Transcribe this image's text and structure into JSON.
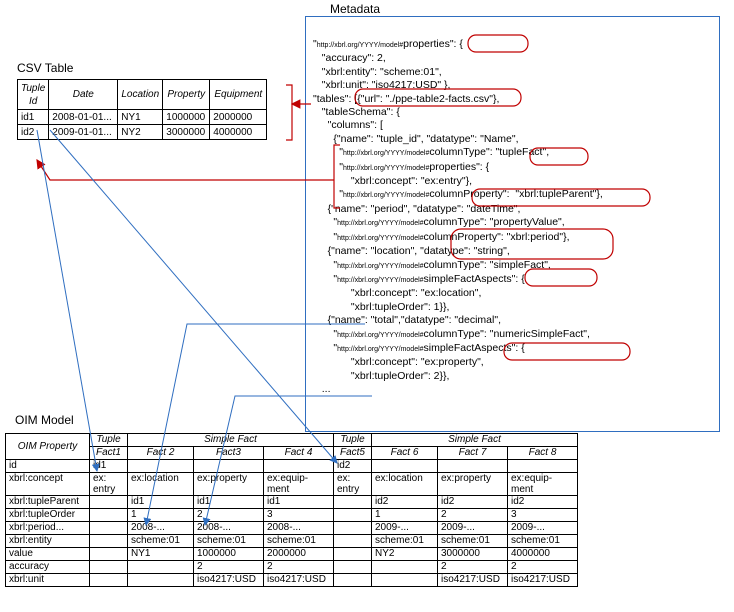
{
  "csv": {
    "title": "CSV Table",
    "headers": [
      "Tuple Id",
      "Date",
      "Location",
      "Property",
      "Equipment"
    ],
    "rows": [
      [
        "id1",
        "2008-01-01...",
        "NY1",
        "1000000",
        "2000000"
      ],
      [
        "id2",
        "2009-01-01...",
        "NY2",
        "3000000",
        "4000000"
      ]
    ]
  },
  "metadata": {
    "title": "Metadata",
    "lines": [
      "\"http://xbrl.org/YYYY/model#properties\": {",
      "   \"accuracy\": 2,",
      "   \"xbrl:entity\": \"scheme:01\",",
      "   \"xbrl:unit\": \"iso4217:USD\" },",
      "\"tables\": [{\"url\": \"./ppe-table2-facts.csv\"},",
      "   \"tableSchema\": {",
      "     \"columns\": [",
      "       {\"name\": \"tuple_id\", \"datatype\": \"Name\",",
      "         \"http://xbrl.org/YYYY/model#columnType\": \"tupleFact\",",
      "         \"http://xbrl.org/YYYY/model#properties\": {",
      "             \"xbrl:concept\": \"ex:entry\"},",
      "         \"http://xbrl.org/YYYY/model#columnProperty\":  \"xbrl:tupleParent\"},",
      "     {\"name\": \"period\", \"datatype\": \"dateTime\",",
      "       \"http://xbrl.org/YYYY/model#columnType\": \"propertyValue\",",
      "       \"http://xbrl.org/YYYY/model#columnProperty\": \"xbrl:period\"},",
      "     {\"name\": \"location\", \"datatype\": \"string\",",
      "       \"http://xbrl.org/YYYY/model#columnType\": \"simpleFact\",",
      "       \"http://xbrl.org/YYYY/model#simpleFactAspects\": {",
      "             \"xbrl:concept\": \"ex:location\",",
      "             \"xbrl:tupleOrder\": 1}},",
      "     {\"name\": \"total\",\"datatype\": \"decimal\",",
      "       \"http://xbrl.org/YYYY/model#columnType\": \"numericSimpleFact\",",
      "       \"http://xbrl.org/YYYY/model#simpleFactAspects\": {",
      "             \"xbrl:concept\": \"ex:property\",",
      "             \"xbrl:tupleOrder\": 2}},",
      "   ..."
    ]
  },
  "oim": {
    "title": "OIM Model",
    "property_header": "OIM Property",
    "group_headers": [
      "Tuple",
      "Simple Fact",
      "Tuple",
      "Simple Fact"
    ],
    "fact_headers": [
      "Fact1",
      "Fact 2",
      "Fact3",
      "Fact 4",
      "Fact5",
      "Fact 6",
      "Fact 7",
      "Fact 8"
    ],
    "rows": [
      [
        "id",
        "id1",
        "",
        "",
        "",
        "id2",
        "",
        "",
        ""
      ],
      [
        "xbrl:concept",
        "ex:\nentry",
        "ex:location",
        "ex:property",
        "ex:equip-\nment",
        "ex:\nentry",
        "ex:location",
        "ex:property",
        "ex:equip-\nment"
      ],
      [
        "xbrl:tupleParent",
        "",
        "id1",
        "id1",
        "id1",
        "",
        "id2",
        "id2",
        "id2"
      ],
      [
        "xbrl:tupleOrder",
        "",
        "1",
        "2",
        "3",
        "",
        "1",
        "2",
        "3"
      ],
      [
        "xbrl:period...",
        "",
        "2008-...",
        "2008-...",
        "2008-...",
        "",
        "2009-...",
        "2009-...",
        "2009-..."
      ],
      [
        "xbrl:entity",
        "",
        "scheme:01",
        "scheme:01",
        "scheme:01",
        "",
        "scheme:01",
        "scheme:01",
        "scheme:01"
      ],
      [
        "value",
        "",
        "NY1",
        "1000000",
        "2000000",
        "",
        "NY2",
        "3000000",
        "4000000"
      ],
      [
        "accuracy",
        "",
        "",
        "2",
        "2",
        "",
        "",
        "2",
        "2"
      ],
      [
        "xbrl:unit",
        "",
        "",
        "iso4217:USD",
        "iso4217:USD",
        "",
        "",
        "iso4217:USD",
        "iso4217:USD"
      ]
    ]
  },
  "colors": {
    "arrow_blue": "#2f6ec0",
    "highlight_red": "#c00000"
  }
}
